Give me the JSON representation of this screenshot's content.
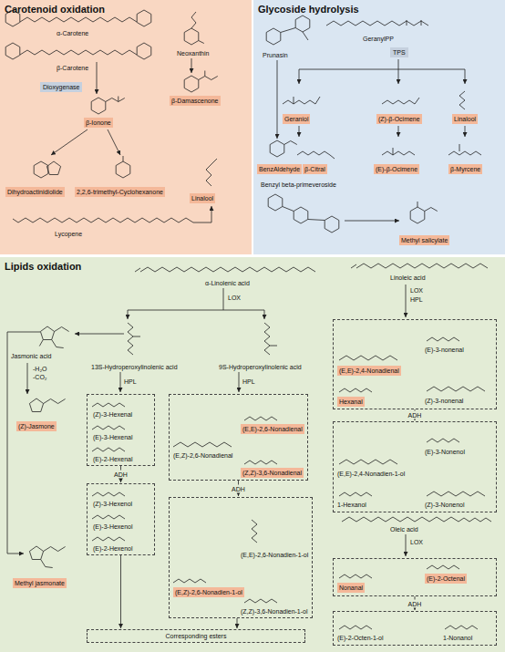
{
  "diagram": {
    "nodes": [
      {
        "text": [
          "Carotenoid oxidation"
        ]
      },
      {
        "text": [
          "Dioxygenase"
        ],
        "in": 0
      },
      {
        "text": [
          "β-Damascenone"
        ],
        "in": 0
      },
      {
        "text": [
          "β-Ionone"
        ],
        "in": 0
      },
      {
        "text": [
          "Dihydroactinidiolide"
        ],
        "in": 0
      },
      {
        "text": [
          "2,2,6-trimethyl-Cyclohexanone"
        ],
        "in": 0
      },
      {
        "text": [
          "Linalool"
        ],
        "in": 0
      },
      {
        "text": [
          "Glycoside hydrolysis"
        ]
      },
      {
        "text": [
          "TPS"
        ],
        "in": 7
      },
      {
        "text": [
          "Geraniol"
        ],
        "in": 7
      },
      {
        "text": [
          "(Z)-β-Ocimene"
        ],
        "in": 7
      },
      {
        "text": [
          "Linalool"
        ],
        "in": 7
      },
      {
        "text": [
          "BenzAldehyde"
        ],
        "in": 7
      },
      {
        "text": [
          "β-Citral"
        ],
        "in": 7
      },
      {
        "text": [
          "(E)-β-Ocimene"
        ],
        "in": 7
      },
      {
        "text": [
          "β-Myrcene"
        ],
        "in": 7
      },
      {
        "text": [
          "Methyl salicylate"
        ],
        "in": 7
      },
      {
        "text": [
          "Lipids oxidation"
        ]
      },
      {
        "text": [
          "(Z)-Jasmone"
        ],
        "in": 17
      },
      {
        "text": [
          "(Z)-3-Hexenal",
          "(E)-3-Hexenal",
          "(E)-2-Hexenal"
        ],
        "in": 17
      },
      {
        "text": [
          "(E,Z)-2,6-Nonadienal"
        ],
        "in": 17
      },
      {
        "text": [
          "(E,E)-2,6-Nonadienal"
        ],
        "in": 20
      },
      {
        "text": [
          "(Z,Z)-3,6-Nonadienal"
        ],
        "in": 20
      },
      {
        "text": [
          "(E)-3-nonenal",
          "(Z)-3-nonenal"
        ],
        "in": 17
      },
      {
        "text": [
          "(E,E)-2,4-Nonadienal"
        ],
        "in": 23
      },
      {
        "text": [
          "Hexanal"
        ],
        "in": 23
      },
      {
        "text": [
          "(Z)-3-Hexenol",
          "(E)-3-Hexenol",
          "(E)-2-Hexenol"
        ],
        "in": 17
      },
      {
        "text": [
          "(E,E)-2,6-Nonadien-1-ol",
          "(Z,Z)-3,6-Nonadien-1-ol"
        ],
        "in": 17
      },
      {
        "text": [
          "(E,Z)-2,6-Nonadien-1-ol"
        ],
        "in": 27
      },
      {
        "text": [
          "(E,E)-2,4-Nonadien-1-ol",
          "(E)-3-Nonenol",
          "1-Hexanol",
          "(Z)-3-Nonenol"
        ],
        "in": 17
      },
      {
        "text": [],
        "in": 17
      },
      {
        "text": [
          "Nonanal"
        ],
        "in": 30
      },
      {
        "text": [
          "(E)-2-Octenal"
        ],
        "in": 30
      },
      {
        "text": [
          "(E)-2-Octen-1-ol",
          "1-Nonanol"
        ],
        "in": 17
      },
      {
        "text": [
          "Corresponding esters"
        ],
        "in": 17
      },
      {
        "text": [
          "Methyl jasmonate"
        ],
        "in": 17
      }
    ],
    "edges": [
      {
        "from": 19,
        "to": 26,
        "arrow": "to",
        "label": "ADH"
      },
      {
        "from": 20,
        "to": 27,
        "arrow": "to",
        "label": "ADH"
      },
      {
        "from": 23,
        "to": 29,
        "arrow": "to",
        "label": "ADH"
      },
      {
        "from": 30,
        "to": 33,
        "arrow": "to",
        "label": "ADH"
      },
      {
        "from": 26,
        "to": 34,
        "arrow": "to"
      },
      {
        "from": 27,
        "to": 34,
        "arrow": "to"
      }
    ],
    "labels": [
      "α-Carotene",
      "β-Carotene",
      "Neoxanthin",
      "Lycopene",
      "Prunasin",
      "GeranylPP",
      "Benzyl beta-primeveroside",
      "α-Linolenic acid",
      "LOX",
      "13S-Hydroperoxylinolenic acid",
      "9S-Hydroperoxylinolenic acid",
      "Jasmonic acid",
      "-H₂O",
      "-CO₂",
      "HPL",
      "HPL",
      "Linoleic acid",
      "LOX",
      "HPL",
      "Oleic acid",
      "LOX"
    ]
  }
}
